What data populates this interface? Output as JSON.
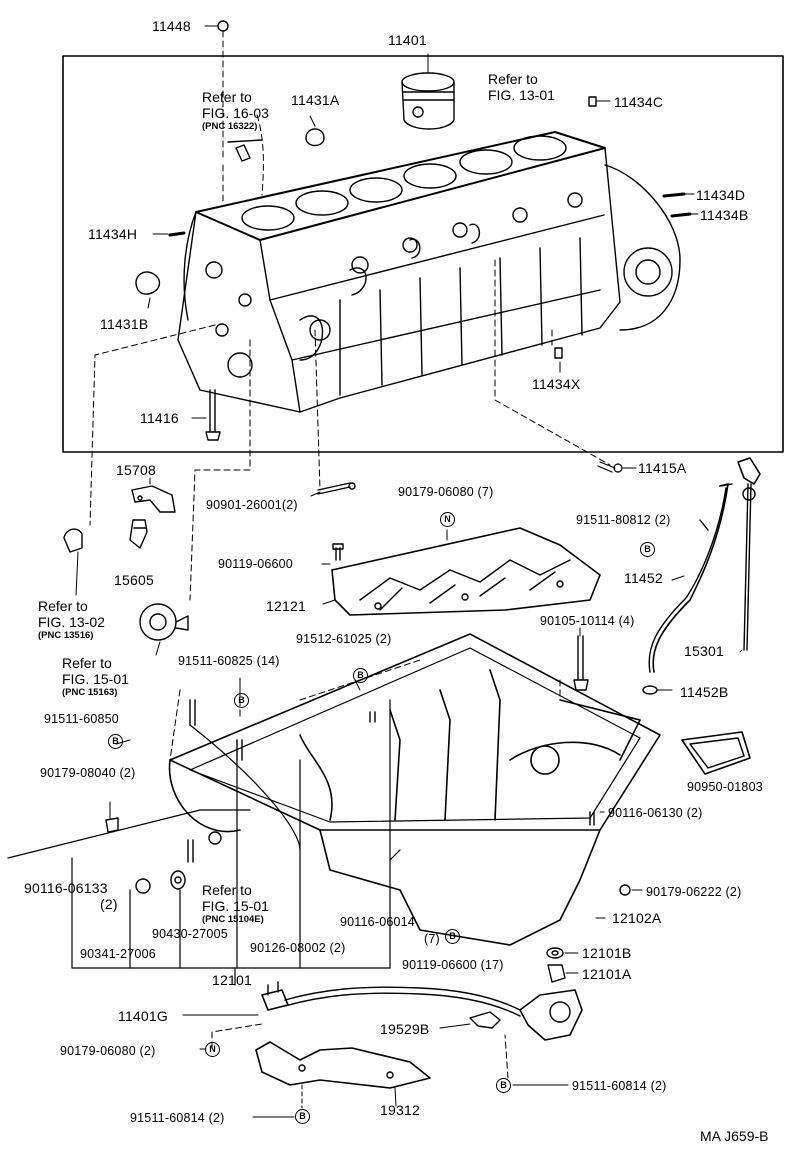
{
  "labels": {
    "p11448": "11448",
    "p11401": "11401",
    "p11431A": "11431A",
    "p11434C": "11434C",
    "p11434D": "11434D",
    "p11434B": "11434B",
    "p11434H": "11434H",
    "p11431B": "11431B",
    "p11434X": "11434X",
    "p11416": "11416",
    "p11415A": "11415A",
    "p15708": "15708",
    "p15605": "15605",
    "p90901": "90901-26001(2)",
    "p90179_06080_7": "90179-06080 (7)",
    "p91511_80812": "91511-80812 (2)",
    "p90119_06600": "90119-06600",
    "p11452": "11452",
    "p12121": "12121",
    "p90105": "90105-10114 (4)",
    "p91512": "91512-61025 (2)",
    "p91511_60825": "91511-60825 (14)",
    "p15301": "15301",
    "p11452B": "11452B",
    "p91511_60850": "91511-60850",
    "p90950": "90950-01803",
    "p90179_08040": "90179-08040 (2)",
    "p90116_06130": "90116-06130 (2)",
    "p90116_06133": "90116-06133",
    "p90116_06133_qty": "(2)",
    "p90179_06222": "90179-06222 (2)",
    "p90116_06014": "90116-06014",
    "p12102A": "12102A",
    "p90430": "90430-27005",
    "p90341": "90341-27006",
    "p90126": "90126-08002 (2)",
    "p90119_06600_qty7": "(7)",
    "p90119_06600_17": "90119-06600 (17)",
    "p12101B": "12101B",
    "p12101A": "12101A",
    "p12101": "12101",
    "p11401G": "11401G",
    "p19529B": "19529B",
    "p90179_06080_2": "90179-06080 (2)",
    "p91511_60814_r": "91511-60814 (2)",
    "p91511_60814_l": "91511-60814 (2)",
    "p19312": "19312"
  },
  "refs": {
    "fig16_03": {
      "line1": "Refer to",
      "line2": "FIG. 16-03",
      "pnc": "(PNC 16322)"
    },
    "fig13_01": {
      "line1": "Refer to",
      "line2": "FIG. 13-01"
    },
    "fig13_02": {
      "line1": "Refer to",
      "line2": "FIG. 13-02",
      "pnc": "(PNC 13516)"
    },
    "fig15_01a": {
      "line1": "Refer to",
      "line2": "FIG. 15-01",
      "pnc": "(PNC 15163)"
    },
    "fig15_01b": {
      "line1": "Refer to",
      "line2": "FIG. 15-01",
      "pnc": "(PNC 15104E)"
    }
  },
  "symbols": {
    "n": "N",
    "b": "B"
  },
  "figure_code": "MA  J659-B"
}
